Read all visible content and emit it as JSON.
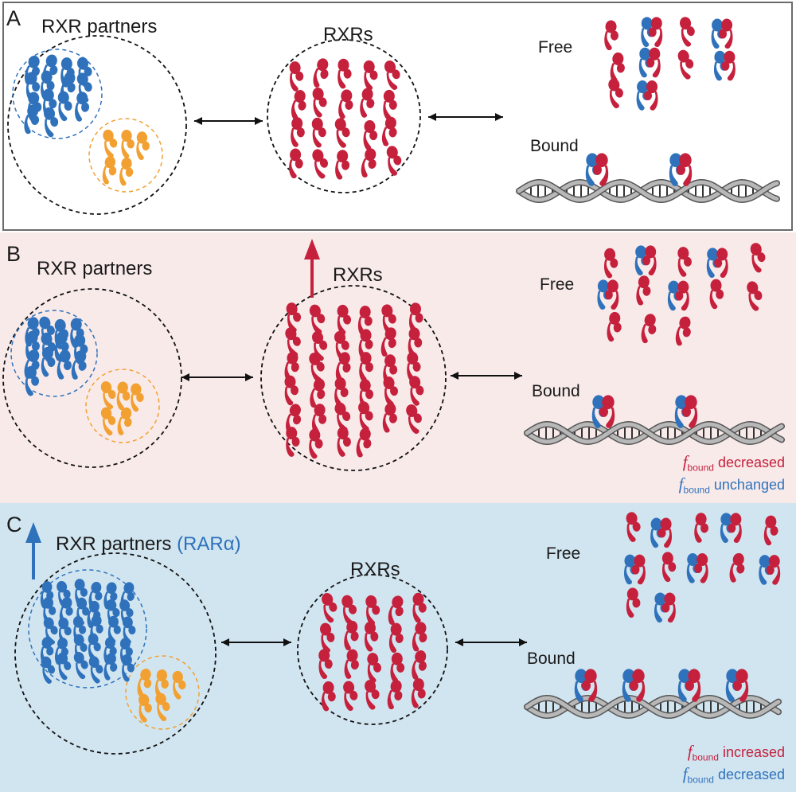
{
  "colors": {
    "partner_blue": "#2f72bb",
    "rxr_red": "#c5203c",
    "partner_orange": "#f2a031",
    "panel_b_bg": "#f9eaea",
    "panel_c_bg": "#d1e5f1",
    "dna_gray": "#b8b8b8"
  },
  "panels": [
    {
      "letter": "A",
      "partners_label": "RXR partners",
      "rxrs_label": "RXRs",
      "free_label": "Free",
      "bound_label": "Bound"
    },
    {
      "letter": "B",
      "partners_label": "RXR partners",
      "rxrs_label": "RXRs",
      "free_label": "Free",
      "bound_label": "Bound",
      "arrow_on": "RXRs",
      "status": [
        {
          "f": "f",
          "sub": "bound",
          "text": "decreased",
          "color": "#c5203c"
        },
        {
          "f": "f",
          "sub": "bound",
          "text": "unchanged",
          "color": "#2f72bb"
        }
      ]
    },
    {
      "letter": "C",
      "partners_label": "RXR partners",
      "partner_name": "(RARα)",
      "rxrs_label": "RXRs",
      "free_label": "Free",
      "bound_label": "Bound",
      "arrow_on": "RXR partners",
      "status": [
        {
          "f": "f",
          "sub": "bound",
          "text": "increased",
          "color": "#c5203c"
        },
        {
          "f": "f",
          "sub": "bound",
          "text": "decreased",
          "color": "#2f72bb"
        }
      ]
    }
  ]
}
